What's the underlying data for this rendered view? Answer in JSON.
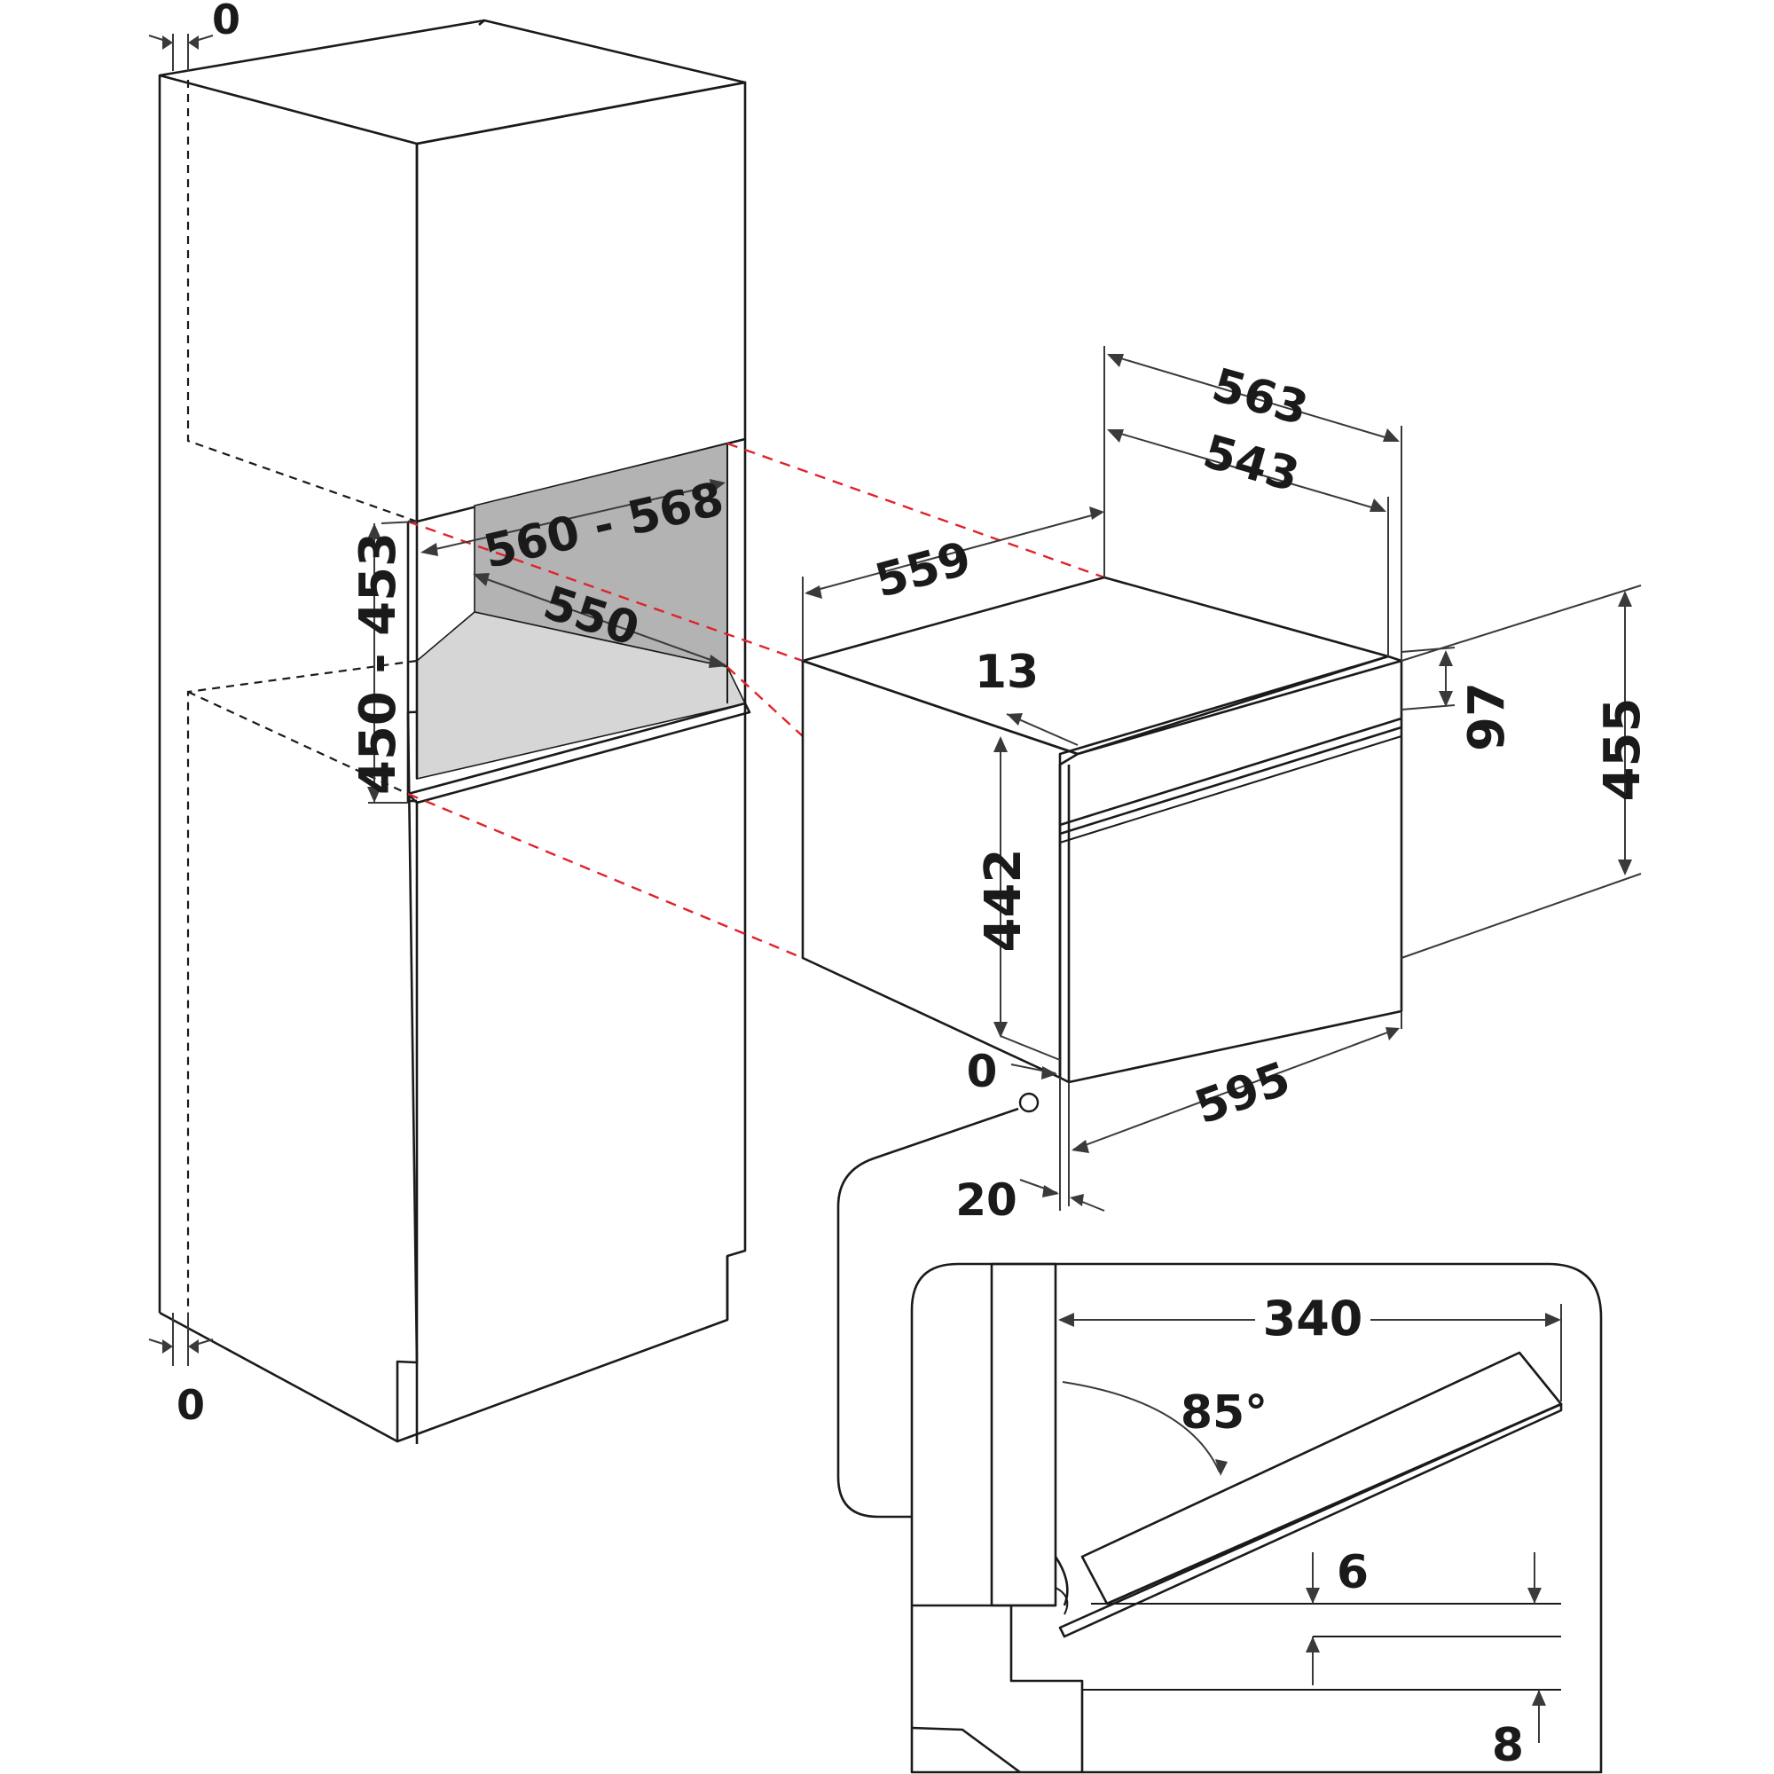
{
  "dimensions": {
    "top_clearance": "0",
    "bottom_clearance": "0",
    "niche_width": "560 - 568",
    "niche_depth": "550",
    "niche_height": "450 - 453",
    "appliance_width": "563",
    "appliance_inner_width": "543",
    "appliance_depth": "559",
    "panel_thickness": "13",
    "control_panel_height": "97",
    "appliance_height": "455",
    "body_height": "442",
    "front_width": "595",
    "side_clearance": "0",
    "front_offset": "20",
    "door_open_depth": "340",
    "door_angle": "85°",
    "door_gap": "6",
    "bottom_step": "8"
  },
  "colors": {
    "line": "#1a1a1a",
    "dimension_line": "#3a3a3a",
    "alignment_line": "#e0232a",
    "niche_back": "#b3b3b3",
    "niche_floor": "#d6d6d6"
  }
}
